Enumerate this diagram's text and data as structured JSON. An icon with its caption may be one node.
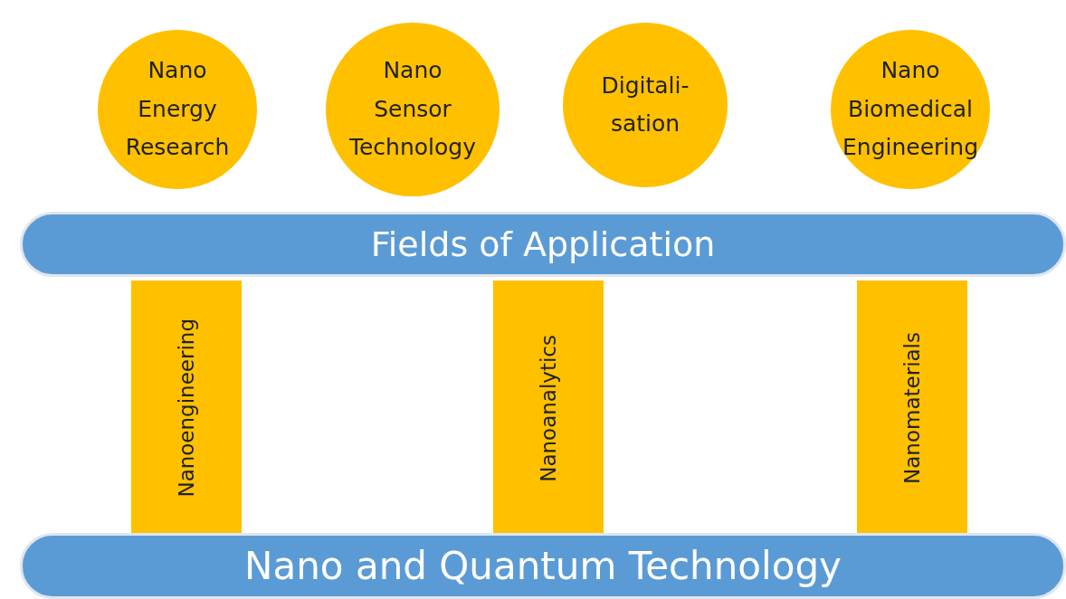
{
  "diagram": {
    "nodes": [
      {
        "text": [
          "Nano Energy Research"
        ]
      },
      {
        "text": [
          "Nano Sensor Technology"
        ]
      },
      {
        "text": [
          "Digitali-sation"
        ]
      },
      {
        "text": [
          "Nano Biomedical Engineering"
        ]
      },
      {
        "text": [
          "Fields of Application"
        ]
      },
      {
        "text": [
          "Nanoengineering"
        ]
      },
      {
        "text": [
          "Nanoanalytics"
        ]
      },
      {
        "text": [
          "Nanomaterials"
        ]
      },
      {
        "text": [
          "Nano and Quantum Technology"
        ]
      }
    ]
  }
}
